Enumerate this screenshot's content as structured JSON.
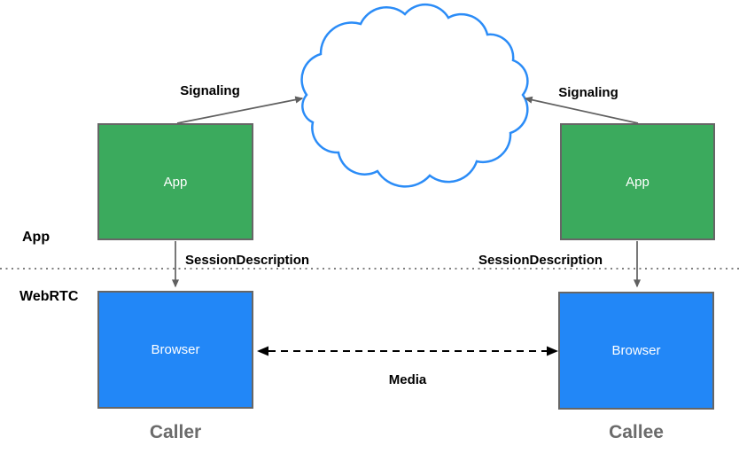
{
  "nodes": {
    "caller_app": {
      "label": "App"
    },
    "caller_browser": {
      "label": "Browser"
    },
    "callee_app": {
      "label": "App"
    },
    "callee_browser": {
      "label": "Browser"
    }
  },
  "edges": {
    "signaling_left": {
      "label": "Signaling"
    },
    "signaling_right": {
      "label": "Signaling"
    },
    "session_left": {
      "label": "SessionDescription"
    },
    "session_right": {
      "label": "SessionDescription"
    },
    "media": {
      "label": "Media"
    }
  },
  "layer_labels": {
    "app": "App",
    "webrtc": "WebRTC"
  },
  "role_labels": {
    "caller": "Caller",
    "callee": "Callee"
  },
  "colors": {
    "app_box_fill": "#3BAA5D",
    "browser_box_fill": "#2287F7",
    "box_border": "#666666",
    "box_text": "#FFFFFF",
    "cloud_stroke": "#2B8CF7",
    "cloud_fill": "#FFFFFF",
    "arrow": "#606060",
    "media_arrow": "#000000",
    "divider": "#808080",
    "edge_label": "#000000",
    "role_label": "#6B6B6B"
  }
}
